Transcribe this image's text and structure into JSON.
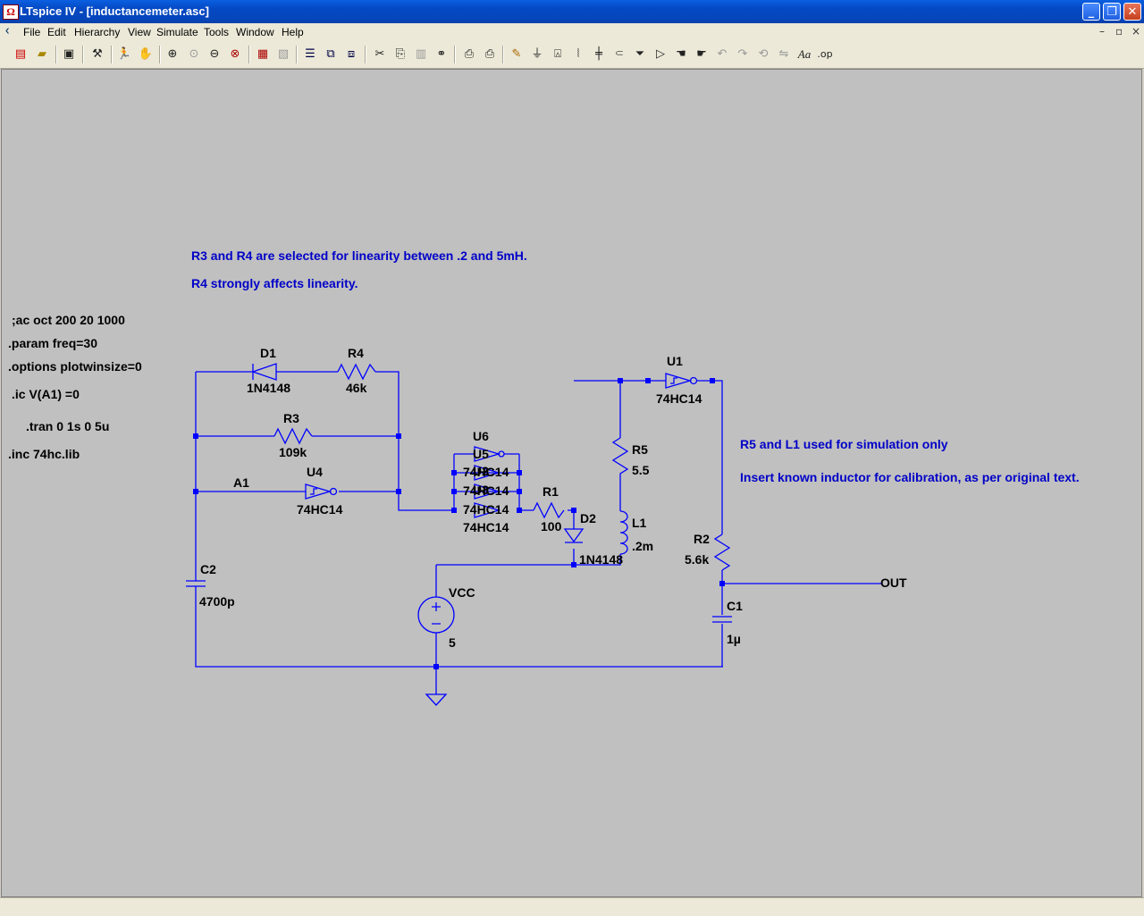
{
  "window": {
    "title": "LTspice IV - [inductancemeter.asc]",
    "minimize": "_",
    "restore": "❐",
    "close": "✕"
  },
  "menu": [
    "File",
    "Edit",
    "Hierarchy",
    "View",
    "Simulate",
    "Tools",
    "Window",
    "Help"
  ],
  "toolbar_icons": [
    "new-schematic-icon",
    "open-icon",
    "save-icon",
    "control-panel-icon",
    "run-icon",
    "halt-icon",
    "zoom-in-icon",
    "zoom-pan-icon",
    "zoom-out-icon",
    "zoom-fit-icon",
    "plot-icon",
    "cascade-icon",
    "tile-horizontal-icon",
    "tile-vertical-icon",
    "tile-cascade-icon",
    "cut-icon",
    "copy-icon",
    "paste-icon",
    "find-icon",
    "print-setup-icon",
    "print-icon",
    "wire-icon",
    "ground-icon",
    "label-net-icon",
    "resistor-icon",
    "capacitor-icon",
    "inductor-icon",
    "diode-icon",
    "component-icon",
    "move-icon",
    "drag-icon",
    "undo-icon",
    "redo-icon",
    "rotate-icon",
    "mirror-icon",
    "text-icon",
    "spice-directive-icon"
  ],
  "notes": {
    "n1": "R3 and R4 are selected for linearity between .2 and 5mH.",
    "n2": "R4 strongly affects linearity.",
    "n3": "R5 and L1 used for simulation only",
    "n4": "Insert known inductor for calibration, as per original text."
  },
  "directives": {
    "d1": ";ac oct 200 20 1000",
    "d2": ".param freq=30",
    "d3": ".options plotwinsize=0",
    "d4": ".ic V(A1) =0",
    "d5": ".tran 0 1s 0 5u",
    "d6": ".inc 74hc.lib"
  },
  "components": {
    "D1": {
      "name": "D1",
      "value": "1N4148"
    },
    "R4": {
      "name": "R4",
      "value": "46k"
    },
    "R3": {
      "name": "R3",
      "value": "109k"
    },
    "U4": {
      "name": "U4",
      "value": "74HC14"
    },
    "A1": {
      "name": "A1"
    },
    "U6": {
      "name": "U6",
      "value": "74HC14"
    },
    "U5": {
      "name": "U5",
      "value": "74HC14"
    },
    "U2": {
      "name": "U2",
      "value": "74HC14"
    },
    "U3": {
      "name": "U3",
      "value": "74HC14"
    },
    "R1": {
      "name": "R1",
      "value": "100"
    },
    "D2": {
      "name": "D2",
      "value": "1N4148"
    },
    "U1": {
      "name": "U1",
      "value": "74HC14"
    },
    "R5": {
      "name": "R5",
      "value": "5.5"
    },
    "L1": {
      "name": "L1",
      "value": ".2m"
    },
    "R2": {
      "name": "R2",
      "value": "5.6k"
    },
    "C2": {
      "name": "C2",
      "value": "4700p"
    },
    "VCC": {
      "name": "VCC",
      "value": "5"
    },
    "C1": {
      "name": "C1",
      "value": "1µ"
    },
    "OUT": {
      "name": "OUT"
    }
  },
  "colors": {
    "wire": "#0000ff",
    "text": "#0000c8",
    "canvas": "#c0c0c0",
    "junction": "#0000ff"
  }
}
